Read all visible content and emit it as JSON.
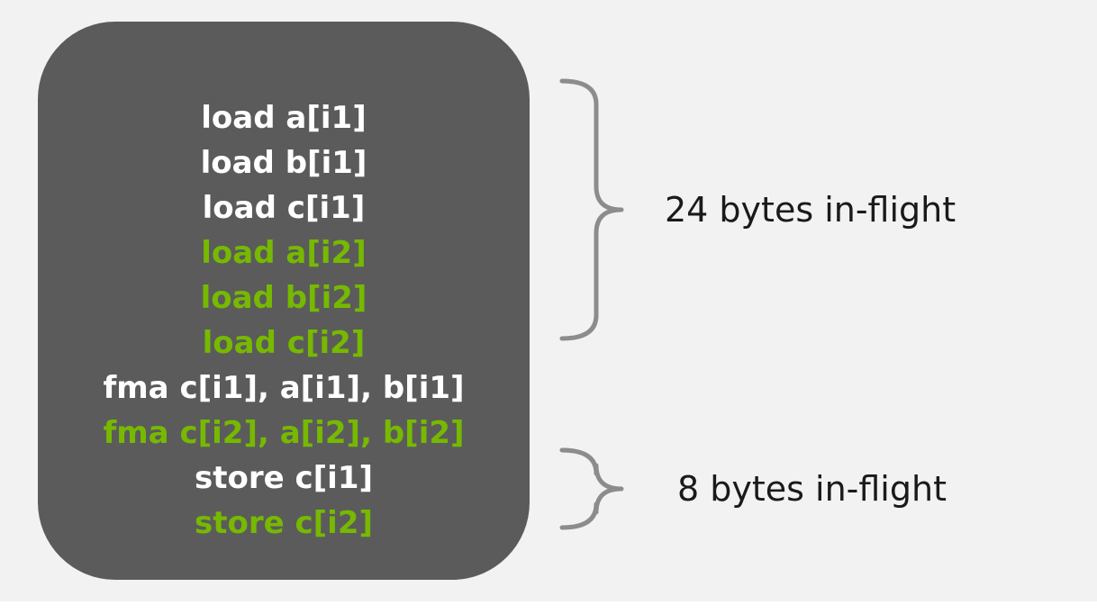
{
  "code_block": {
    "lines": [
      {
        "text": "load a[i1]",
        "group": "i1"
      },
      {
        "text": "load b[i1]",
        "group": "i1"
      },
      {
        "text": "load c[i1]",
        "group": "i1"
      },
      {
        "text": "load a[i2]",
        "group": "i2"
      },
      {
        "text": "load b[i2]",
        "group": "i2"
      },
      {
        "text": "load c[i2]",
        "group": "i2"
      },
      {
        "text": "fma c[i1], a[i1], b[i1]",
        "group": "i1"
      },
      {
        "text": "fma c[i2], a[i2], b[i2]",
        "group": "i2"
      },
      {
        "text": "store c[i1]",
        "group": "i1"
      },
      {
        "text": "store c[i2]",
        "group": "i2"
      }
    ]
  },
  "braces": [
    {
      "label": "24 bytes in-flight",
      "first_line": 0,
      "last_line": 5
    },
    {
      "label": "8 bytes in-flight",
      "first_line": 8,
      "last_line": 9
    }
  ],
  "colors": {
    "box_background": "#5b5b5b",
    "i1_text": "#ffffff",
    "i2_text": "#76b900",
    "brace_stroke": "#8c8c8c",
    "label_text": "#1a1a1a"
  }
}
